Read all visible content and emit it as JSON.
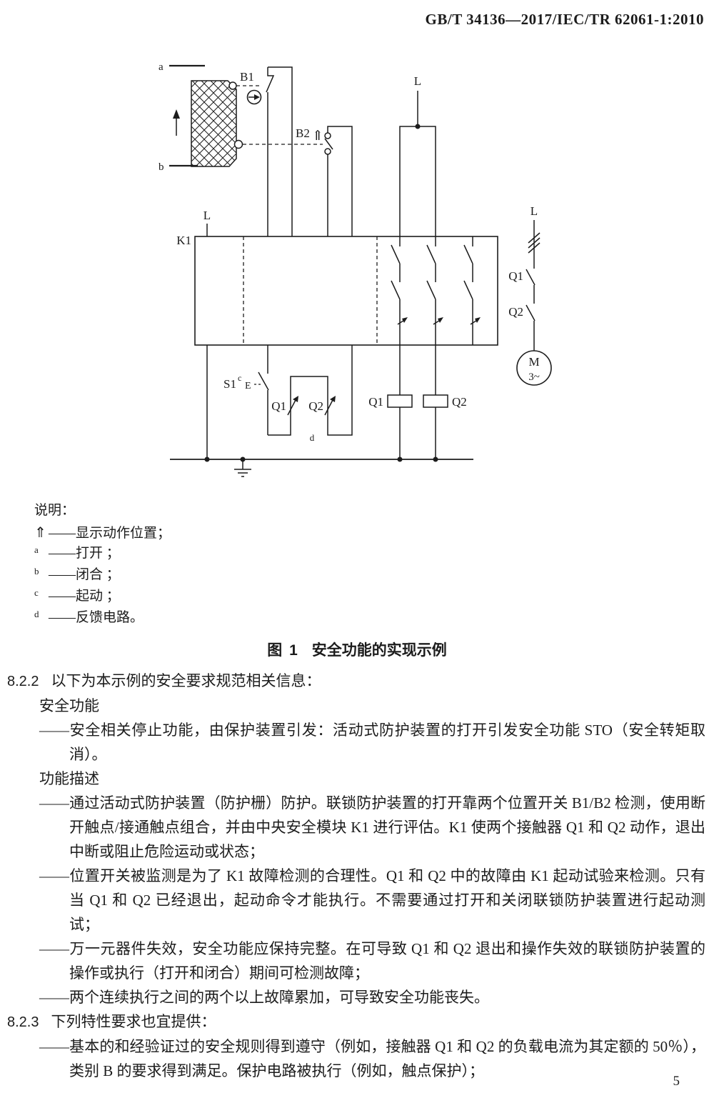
{
  "header": {
    "standard_code": "GB/T 34136—2017/IEC/TR 62061-1:2010"
  },
  "diagram": {
    "supply": "L",
    "module": "K1",
    "guard_marks": {
      "open_mark": "a",
      "closed_mark": "b"
    },
    "switches": {
      "b1": "B1",
      "b2": "B2",
      "b2_arrow": "⇑",
      "s1": "S1",
      "s1_sup": "c",
      "s1_actuator": "E"
    },
    "contactor_contacts": {
      "q1": "Q1",
      "q2": "Q2"
    },
    "feedback": {
      "q1": "Q1",
      "q2": "Q2",
      "mark": "d"
    },
    "coils": {
      "q1": "Q1",
      "q2": "Q2"
    },
    "motor": {
      "m": "M",
      "phase": "3~"
    }
  },
  "legend": {
    "title": "说明：",
    "items": [
      {
        "sym": "⇑",
        "text": "——显示动作位置；"
      },
      {
        "sym": "a",
        "text": "——打开 ；"
      },
      {
        "sym": "b",
        "text": "——闭合 ；"
      },
      {
        "sym": "c",
        "text": "——起动 ；"
      },
      {
        "sym": "d",
        "text": "——反馈电路。"
      }
    ]
  },
  "figure": {
    "label": "图 1",
    "title": "安全功能的实现示例"
  },
  "body": {
    "sec822_num": "8.2.2",
    "sec822_text": "以下为本示例的安全要求规范相关信息：",
    "h_safety": "安全功能",
    "items_safety": [
      "——安全相关停止功能，由保护装置引发：活动式防护装置的打开引发安全功能 STO（安全转矩取消）。"
    ],
    "h_desc": "功能描述",
    "items_desc": [
      "——通过活动式防护装置（防护栅）防护。联锁防护装置的打开靠两个位置开关 B1/B2 检测，使用断开触点/接通触点组合，并由中央安全模块 K1 进行评估。K1 使两个接触器 Q1 和 Q2 动作，退出中断或阻止危险运动或状态；",
      "——位置开关被监测是为了 K1 故障检测的合理性。Q1 和 Q2 中的故障由 K1 起动试验来检测。只有当 Q1 和 Q2 已经退出，起动命令才能执行。不需要通过打开和关闭联锁防护装置进行起动测试；",
      "——万一元器件失效，安全功能应保持完整。在可导致 Q1 和 Q2 退出和操作失效的联锁防护装置的操作或执行（打开和闭合）期间可检测故障；",
      "——两个连续执行之间的两个以上故障累加，可导致安全功能丧失。"
    ],
    "sec823_num": "8.2.3",
    "sec823_text": "下列特性要求也宜提供：",
    "items_823": [
      "——基本的和经验证过的安全规则得到遵守（例如，接触器 Q1 和 Q2 的负载电流为其定额的 50％），类别 B 的要求得到满足。保护电路被执行（例如，触点保护）；"
    ]
  },
  "page_number": "5"
}
